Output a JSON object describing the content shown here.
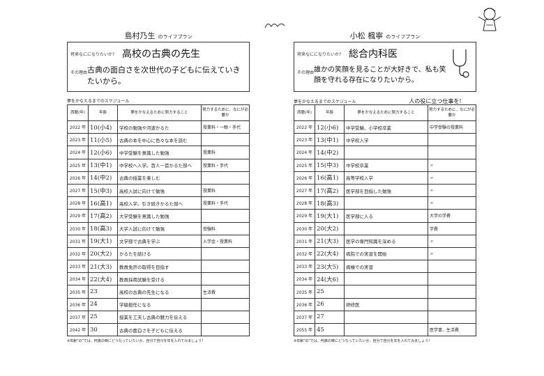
{
  "left": {
    "title_name": "島村乃生",
    "title_suffix": "のライフプラン",
    "dream_label": "将来なにになりたいか?",
    "dream_value": "高校の古典の先生",
    "reason_label": "その理由",
    "reason_value": "古典の面白さを次世代の子どもに伝えていきたいから。",
    "schedule_label": "夢をかなえるまでのスケジュール",
    "col_year": "西暦(年)",
    "col_age": "年齢",
    "col_plan": "夢をかなえるために努力すること",
    "col_help": "努力するために、なにが必要か",
    "rows": [
      {
        "year": "2022 年",
        "age": "10(小4)",
        "plan": "学校の勉強や河波かるた",
        "help": "授業料・一眼・手代"
      },
      {
        "year": "2023 年",
        "age": "11(小5)",
        "plan": "古典の本を中心に色々な本を読む",
        "help": ""
      },
      {
        "year": "2024 年",
        "age": "12(小6)",
        "plan": "中学受験を意識した勉強",
        "help": "授業料"
      },
      {
        "year": "2025 年",
        "age": "13(中1)",
        "plan": "中学校へ入学。百人一首かるた部へ",
        "help": "授業料・手代"
      },
      {
        "year": "2026 年",
        "age": "14(中2)",
        "plan": "古典の授業を楽しむ",
        "help": ""
      },
      {
        "year": "2027 年",
        "age": "15(中3)",
        "plan": "高校入試に向けて勉強",
        "help": "授業料"
      },
      {
        "year": "2028 年",
        "age": "16(高1)",
        "plan": "高校入学。引き続きかるた部へ",
        "help": "授業料・手代"
      },
      {
        "year": "2029 年",
        "age": "17(高2)",
        "plan": "大学受験を意識した勉強",
        "help": ""
      },
      {
        "year": "2030 年",
        "age": "18(高3)",
        "plan": "大学入試に向けて勉強",
        "help": "受験料"
      },
      {
        "year": "2031 年",
        "age": "19(大1)",
        "plan": "文学部で古典を学ぶ",
        "help": "入学金・授業料"
      },
      {
        "year": "2032 年",
        "age": "20(大2)",
        "plan": "かるたを続ける",
        "help": ""
      },
      {
        "year": "2033 年",
        "age": "21(大3)",
        "plan": "教員免許の取得を目指す",
        "help": ""
      },
      {
        "year": "2034 年",
        "age": "22(大4)",
        "plan": "教員採用試験を受ける",
        "help": ""
      },
      {
        "year": "2035 年",
        "age": "23",
        "plan": "高校の古典の先生になる",
        "help": "生活費"
      },
      {
        "year": "2036 年",
        "age": "24",
        "plan": "学級担任になる",
        "help": ""
      },
      {
        "year": "2037 年",
        "age": "25",
        "plan": "授業を工夫し古典の魅力を伝える",
        "help": ""
      },
      {
        "year": "2042 年",
        "age": "30",
        "plan": "古典の面白さを子どもに伝える",
        "help": ""
      }
    ],
    "footnote": "※年齢\"の\"では、何歳の時にどうなっていたいか、自分で自分を年を入れてみましょう！"
  },
  "right": {
    "title_name": "小松 楓寧",
    "title_suffix": "のライフプラン",
    "dream_label": "将来なにになりたいか?",
    "dream_value": "総合内科医",
    "reason_label": "その理由",
    "reason_value": "誰かの笑顔を見ることが大好きで、私も笑顔を守れる存在になりたいから。",
    "schedule_label": "夢をかなえるまでのスケジュール",
    "col_year": "西暦(年)",
    "col_age": "年齢",
    "col_plan": "夢をかなえるために努力すること",
    "col_help": "努力するために、なにが必要か",
    "header_note": "人の役に立つ仕事を!",
    "rows": [
      {
        "year": "2022 年",
        "age": "12(小6)",
        "plan": "中学受験、小学校卒業",
        "help": "中学受験の授業料"
      },
      {
        "year": "2023 年",
        "age": "13(中1)",
        "plan": "中学校入学",
        "help": ""
      },
      {
        "year": "2024 年",
        "age": "14(中2)",
        "plan": "",
        "help": ""
      },
      {
        "year": "2025 年",
        "age": "15(中3)",
        "plan": "中学校卒業",
        "help": "〃"
      },
      {
        "year": "2026 年",
        "age": "16(高1)",
        "plan": "高等学校入学",
        "help": "〃"
      },
      {
        "year": "2027 年",
        "age": "17(高2)",
        "plan": "医学部を目指した勉強",
        "help": "〃"
      },
      {
        "year": "2028 年",
        "age": "18(高3)",
        "plan": "",
        "help": "〃"
      },
      {
        "year": "2029 年",
        "age": "19(大1)",
        "plan": "医学部に入る",
        "help": "大学の学費"
      },
      {
        "year": "2030 年",
        "age": "20(大2)",
        "plan": "",
        "help": "学費"
      },
      {
        "year": "2031 年",
        "age": "21(大3)",
        "plan": "医学の専門知識を深める",
        "help": "〃"
      },
      {
        "year": "2032 年",
        "age": "22(大4)",
        "plan": "病院での実習を開始",
        "help": "〃"
      },
      {
        "year": "2033 年",
        "age": "23(大5)",
        "plan": "病棟での実習",
        "help": ""
      },
      {
        "year": "2034 年",
        "age": "24(大6)",
        "plan": "",
        "help": ""
      },
      {
        "year": "2035 年",
        "age": "25",
        "plan": "",
        "help": ""
      },
      {
        "year": "2036 年",
        "age": "26",
        "plan": "研修医",
        "help": ""
      },
      {
        "year": "2037 年",
        "age": "27",
        "plan": "",
        "help": ""
      },
      {
        "year": "2055 年",
        "age": "45",
        "plan": "",
        "help": "医学書、生活費"
      }
    ],
    "footnote": "※年齢\"の\"では、何歳の時にどうなっていたいか、自分で自分を年を入れてみましょう！"
  },
  "colors": {
    "ink": "#111111",
    "line": "#333333"
  },
  "icons": {
    "top_doodle": "wave-doodle",
    "girl": "girl-doodle",
    "stethoscope": "stethoscope-doodle"
  }
}
